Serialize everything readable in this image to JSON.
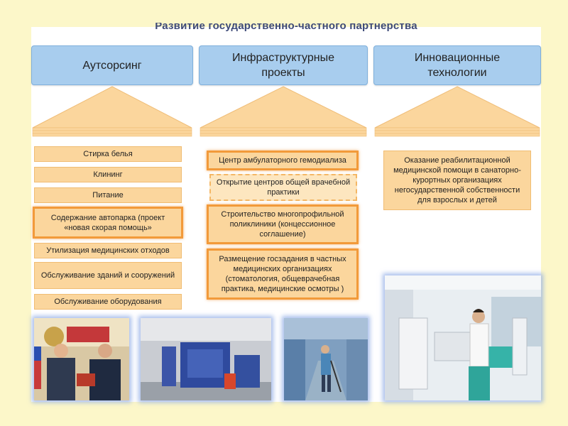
{
  "title": "Развитие государственно-частного партнерства",
  "columns": [
    {
      "header": "Аутсорсинг",
      "items": [
        "Стирка белья",
        "Клининг",
        "Питание",
        "Содержание автопарка (проект «новая скорая помощь»",
        "Утилизация медицинских отходов",
        "Обслуживание зданий и сооружений",
        "Обслуживание оборудования"
      ]
    },
    {
      "header": "Инфраструктурные проекты",
      "items": [
        "Центр амбулаторного гемодиализа",
        "Открытие центров общей врачебной практики",
        "Строительство многопрофильной поликлиники (концессионное соглашение)",
        "Размещение госзадания в частных медицинских организациях (стоматология, общеврачебная практика, медицинские осмотры )"
      ]
    },
    {
      "header": "Инновационные технологии",
      "items": [
        "Оказание реабилитационной медицинской помощи в санаторно-курортных организациях негосударственной собственности для взрослых и детей"
      ]
    }
  ],
  "colors": {
    "background": "#fcf7c9",
    "header": "#a8cdee",
    "item": "#fbd69d",
    "highlight_border": "#f29a3a",
    "house": "#fbd69d"
  }
}
